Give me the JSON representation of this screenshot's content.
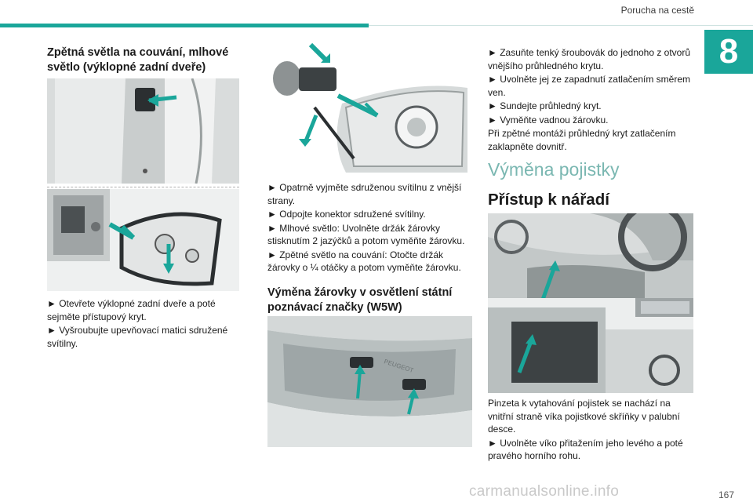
{
  "header": {
    "section_title": "Porucha na cestě",
    "chapter_number": "8"
  },
  "col1": {
    "heading": "Zpětná světla na couvání, mlhové světlo (výklopné zadní dveře)",
    "paragraphs": [
      "► Otevřete výklopné zadní dveře a poté sejměte přístupový kryt.",
      "► Vyšroubujte upevňovací matici sdružené svítilny."
    ]
  },
  "col2": {
    "paragraphs": [
      "► Opatrně vyjměte sdruženou svítilnu z vnější strany.",
      "► Odpojte konektor sdružené svítilny.",
      "► Mlhové světlo: Uvolněte držák žárovky stisknutím 2 jazýčků a potom vyměňte žárovku.",
      "► Zpětné světlo na couvání: Otočte držák žárovky o ¼ otáčky a potom vyměňte žárovku."
    ],
    "heading": "Výměna žárovky v osvětlení státní poznávací značky (W5W)",
    "plate_text": "PEUGEOT"
  },
  "col3": {
    "paragraphs": [
      "► Zasuňte tenký šroubovák do jednoho z otvorů vnějšího průhledného krytu.",
      "► Uvolněte jej ze zapadnutí zatlačením směrem ven.",
      "► Sundejte průhledný kryt.",
      "► Vyměňte vadnou žárovku.",
      "Při zpětné montáži průhledný kryt zatlačením zaklapněte dovnitř."
    ],
    "section_heading": "Výměna pojistky",
    "subheading": "Přístup k nářadí",
    "paragraphs2": [
      "Pinzeta k vytahování pojistek se nachází na vnitřní straně víka pojistkové skříňky v palubní desce.",
      "► Uvolněte víko přitažením jeho levého a poté pravého horního rohu."
    ]
  },
  "footer": {
    "page_number": "167",
    "watermark": "carmanualsonline.info"
  },
  "colors": {
    "accent": "#1aa69a",
    "heading_light": "#7ab7b1"
  }
}
